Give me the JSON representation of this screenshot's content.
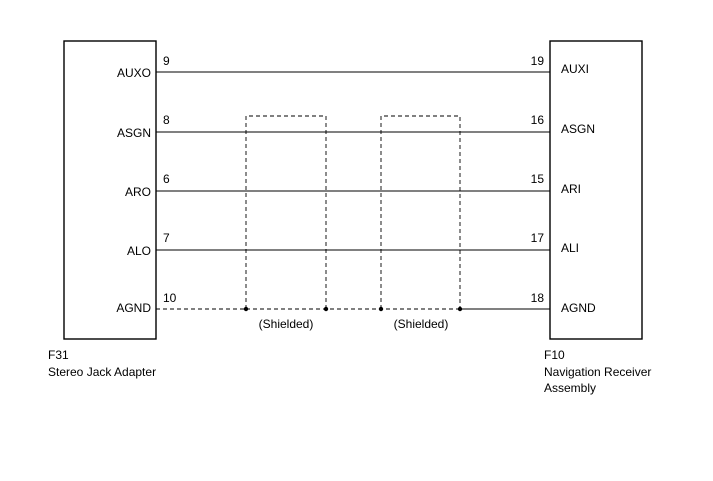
{
  "left_connector": {
    "code": "F31",
    "name": "Stereo Jack Adapter",
    "pins": [
      {
        "label": "AUXO",
        "number": "9"
      },
      {
        "label": "ASGN",
        "number": "8"
      },
      {
        "label": "ARO",
        "number": "6"
      },
      {
        "label": "ALO",
        "number": "7"
      },
      {
        "label": "AGND",
        "number": "10"
      }
    ]
  },
  "right_connector": {
    "code": "F10",
    "name_line1": "Navigation Receiver",
    "name_line2": "Assembly",
    "pins": [
      {
        "label": "AUXI",
        "number": "19"
      },
      {
        "label": "ASGN",
        "number": "16"
      },
      {
        "label": "ARI",
        "number": "15"
      },
      {
        "label": "ALI",
        "number": "17"
      },
      {
        "label": "AGND",
        "number": "18"
      }
    ]
  },
  "shield_labels": [
    "(Shielded)",
    "(Shielded)"
  ]
}
